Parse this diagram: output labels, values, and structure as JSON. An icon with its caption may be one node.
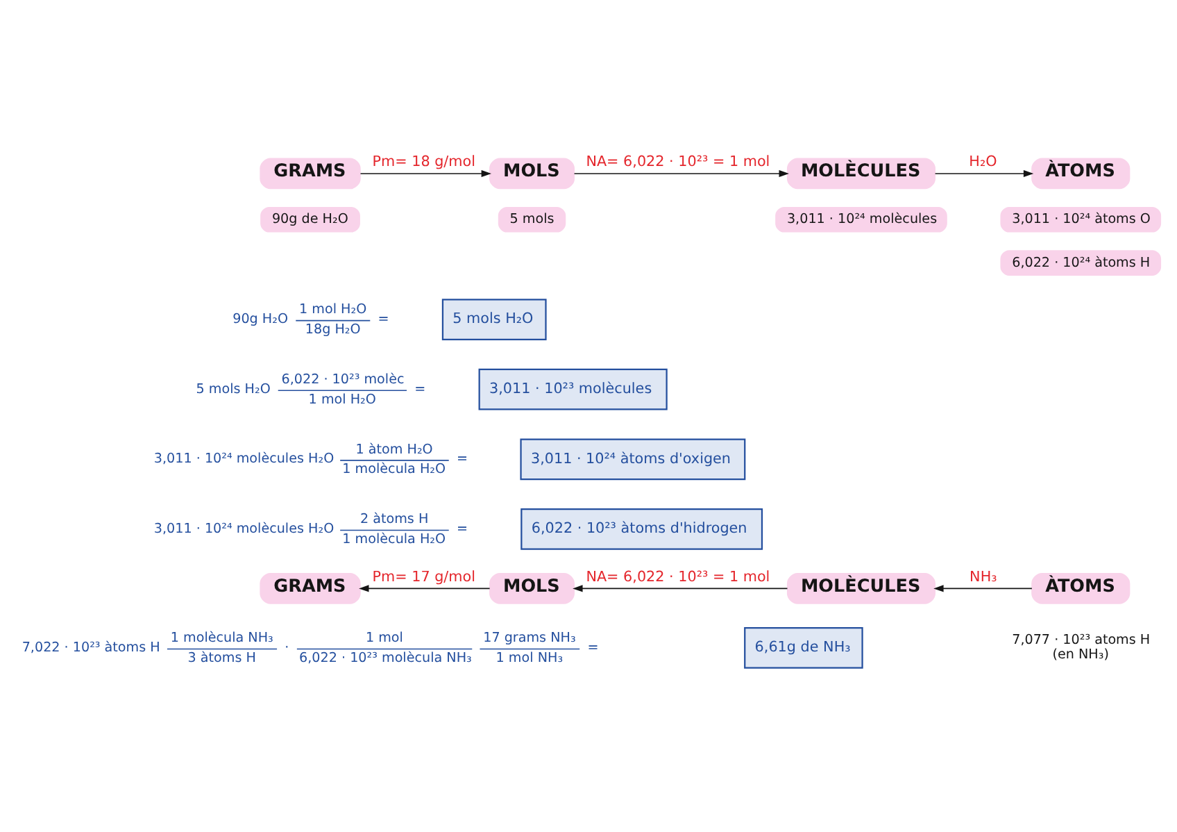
{
  "diagram": {
    "nodes": [
      {
        "text": [
          "GRAMS"
        ]
      },
      {
        "text": [
          "MOLS"
        ]
      },
      {
        "text": [
          "MOLÈCULES"
        ]
      },
      {
        "text": [
          "ÀTOMS"
        ]
      },
      {
        "text": [
          "90g de H₂O"
        ]
      },
      {
        "text": [
          "5 mols"
        ]
      },
      {
        "text": [
          "3,011 · 10²⁴ molècules"
        ]
      },
      {
        "text": [
          "3,011 · 10²⁴ àtoms O"
        ]
      },
      {
        "text": [
          "6,022 · 10²⁴ àtoms H"
        ]
      },
      {
        "text": [
          "5 mols H₂O"
        ]
      },
      {
        "text": [
          "3,011 · 10²³ molècules"
        ]
      },
      {
        "text": [
          "3,011 · 10²⁴ àtoms d'oxigen"
        ]
      },
      {
        "text": [
          "6,022 · 10²³ àtoms d'hidrogen"
        ]
      },
      {
        "text": [
          "GRAMS"
        ]
      },
      {
        "text": [
          "MOLS"
        ]
      },
      {
        "text": [
          "MOLÈCULES"
        ]
      },
      {
        "text": [
          "ÀTOMS"
        ],
        "beside": [
          "7,077 · 10²³ atoms H (en NH₃)"
        ]
      },
      {
        "text": [
          "6,61g de NH₃"
        ]
      }
    ],
    "edges": [
      {
        "from": 0,
        "to": 1,
        "arrow": "to",
        "label": "Pm= 18 g/mol"
      },
      {
        "from": 1,
        "to": 2,
        "arrow": "to",
        "label": "NA= 6,022 · 10²³ = 1 mol"
      },
      {
        "from": 2,
        "to": 3,
        "arrow": "to",
        "label": "H₂O"
      },
      {
        "from": 14,
        "to": 13,
        "arrow": "to",
        "label": "Pm= 17 g/mol"
      },
      {
        "from": 15,
        "to": 14,
        "arrow": "to",
        "label": "NA= 6,022 · 10²³ = 1 mol"
      },
      {
        "from": 16,
        "to": 15,
        "arrow": "to",
        "label": "NH₃"
      }
    ],
    "labels": [
      "90g H₂O",
      "1 mol H₂O",
      "18g H₂O",
      "=",
      "5 mols H₂O",
      "6,022 · 10²³ molèc",
      "1 mol H₂O",
      "=",
      "3,011 · 10²⁴ molècules H₂O",
      "1 àtom H₂O",
      "1 molècula H₂O",
      "=",
      "3,011 · 10²⁴ molècules H₂O",
      "2 àtoms H",
      "1 molècula H₂O",
      "=",
      "7,022 · 10²³ àtoms H",
      "1 molècula NH₃",
      "3 àtoms H",
      "·",
      "1 mol",
      "6,022 · 10²³ molècula NH₃",
      "17 grams NH₃",
      "1 mol NH₃",
      "="
    ]
  }
}
